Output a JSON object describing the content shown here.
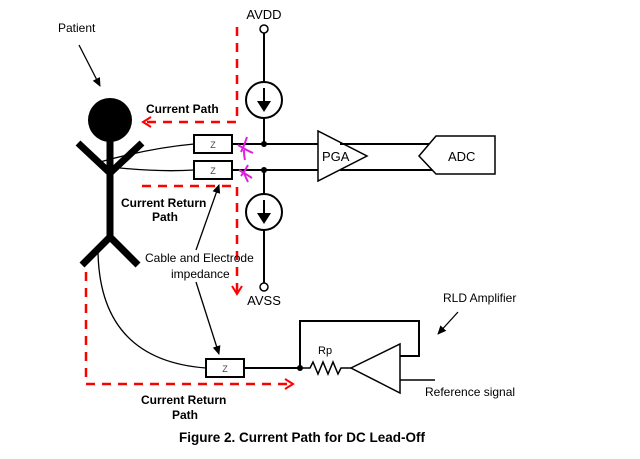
{
  "figure": {
    "caption": "Figure 2. Current Path for DC Lead-Off"
  },
  "labels": {
    "patient": "Patient",
    "avdd": "AVDD",
    "avss": "AVSS",
    "current_path": "Current Path",
    "current_return_path_upper_line1": "Current Return",
    "current_return_path_upper_line2": "Path",
    "current_return_path_lower_line1": "Current Return",
    "current_return_path_lower_line2": "Path",
    "cable_impedance_line1": "Cable and Electrode",
    "cable_impedance_line2": "impedance",
    "pga": "PGA",
    "adc": "ADC",
    "rld_amplifier": "RLD Amplifier",
    "rp": "Rp",
    "reference_signal": "Reference signal",
    "impedance_z": "Z"
  },
  "colors": {
    "current_path": "#ff0000",
    "fault_marker": "#e020e0",
    "wire": "#000000"
  }
}
